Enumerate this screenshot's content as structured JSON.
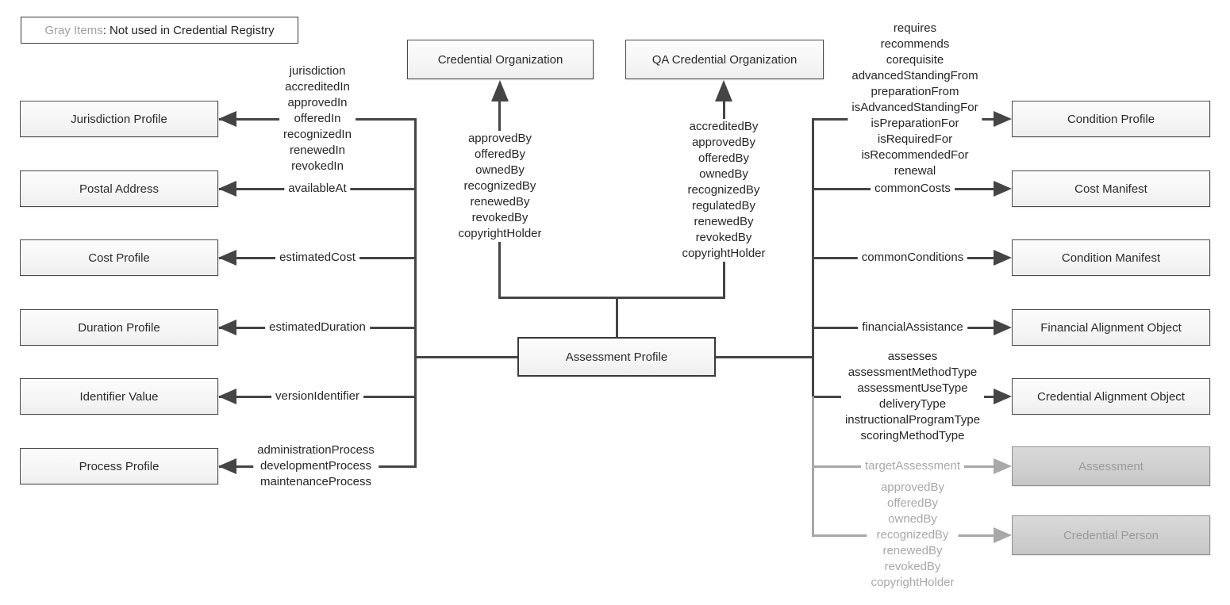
{
  "legend": {
    "prefix": "Gray Items",
    "suffix": ": Not used in Credential Registry"
  },
  "center_node": {
    "label": "Assessment Profile"
  },
  "top_nodes": [
    {
      "label": "Credential Organization",
      "properties": [
        "approvedBy",
        "offeredBy",
        "ownedBy",
        "recognizedBy",
        "renewedBy",
        "revokedBy",
        "copyrightHolder"
      ]
    },
    {
      "label": "QA Credential Organization",
      "properties": [
        "accreditedBy",
        "approvedBy",
        "offeredBy",
        "ownedBy",
        "recognizedBy",
        "regulatedBy",
        "renewedBy",
        "revokedBy",
        "copyrightHolder"
      ]
    }
  ],
  "left_nodes": [
    {
      "label": "Jurisdiction Profile",
      "properties": [
        "jurisdiction",
        "accreditedIn",
        "approvedIn",
        "offeredIn",
        "recognizedIn",
        "renewedIn",
        "revokedIn"
      ]
    },
    {
      "label": "Postal Address",
      "properties": [
        "availableAt"
      ]
    },
    {
      "label": "Cost Profile",
      "properties": [
        "estimatedCost"
      ]
    },
    {
      "label": "Duration Profile",
      "properties": [
        "estimatedDuration"
      ]
    },
    {
      "label": "Identifier Value",
      "properties": [
        "versionIdentifier"
      ]
    },
    {
      "label": "Process Profile",
      "properties": [
        "administrationProcess",
        "developmentProcess",
        "maintenanceProcess"
      ]
    }
  ],
  "right_nodes": [
    {
      "label": "Condition Profile",
      "properties": [
        "requires",
        "recommends",
        "corequisite",
        "advancedStandingFrom",
        "preparationFrom",
        "isAdvancedStandingFor",
        "isPreparationFor",
        "isRequiredFor",
        "isRecommendedFor",
        "renewal"
      ]
    },
    {
      "label": "Cost Manifest",
      "properties": [
        "commonCosts"
      ]
    },
    {
      "label": "Condition Manifest",
      "properties": [
        "commonConditions"
      ]
    },
    {
      "label": "Financial Alignment Object",
      "properties": [
        "financialAssistance"
      ]
    },
    {
      "label": "Credential Alignment Object",
      "properties": [
        "assesses",
        "assessmentMethodType",
        "assessmentUseType",
        "deliveryType",
        "instructionalProgramType",
        "scoringMethodType"
      ]
    },
    {
      "label": "Assessment",
      "gray": true,
      "properties": [
        "targetAssessment"
      ]
    },
    {
      "label": "Credential Person",
      "gray": true,
      "properties": [
        "approvedBy",
        "offeredBy",
        "ownedBy",
        "recognizedBy",
        "renewedBy",
        "revokedBy",
        "copyrightHolder"
      ]
    }
  ],
  "colors": {
    "line": "#454545",
    "gray": "#a8a8a8"
  }
}
